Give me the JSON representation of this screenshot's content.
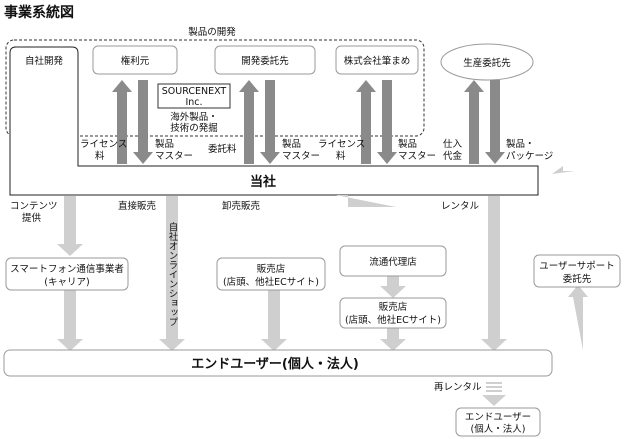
{
  "title": "事業系統図",
  "group_label": "製品の開発",
  "nodes": {
    "self_dev": "自社開発",
    "rights_holder": "権利元",
    "sourcenext_1": "SOURCENEXT",
    "sourcenext_2": "Inc.",
    "sourcenext_3": "海外製品・",
    "sourcenext_4": "技術の発掘",
    "dev_contractor": "開発委託先",
    "brush_co": "株式会社筆まめ",
    "production_contractor": "生産委託先",
    "company": "当社",
    "carrier_1": "スマートフォン通信事業者",
    "carrier_2": "(キャリア)",
    "store_a_1": "販売店",
    "store_a_2": "(店頭、他社ECサイト)",
    "distributor": "流通代理店",
    "store_b_1": "販売店",
    "store_b_2": "(店頭、他社ECサイト)",
    "support_1": "ユーザーサポート",
    "support_2": "委託先",
    "end_user": "エンドユーザー(個人・法人)",
    "end_user2_1": "エンドユーザー",
    "end_user2_2": "(個人・法人)"
  },
  "labels": {
    "license_1a": "ライセンス",
    "license_1b": "料",
    "product_master_1a": "製品",
    "product_master_1b": "マスター",
    "commission": "委託料",
    "product_master_2a": "製品",
    "product_master_2b": "マスター",
    "license_2a": "ライセンス",
    "license_2b": "料",
    "product_master_3a": "製品",
    "product_master_3b": "マスター",
    "purchase_1": "仕入",
    "purchase_2": "代金",
    "product_pkg_1": "製品・",
    "product_pkg_2": "パッケージ",
    "content_1": "コンテンツ",
    "content_2": "提供",
    "direct_sales": "直接販売",
    "wholesale": "卸売販売",
    "rental": "レンタル",
    "online_shop": "自社オンラインショップ",
    "re_rental": "再レンタル"
  }
}
